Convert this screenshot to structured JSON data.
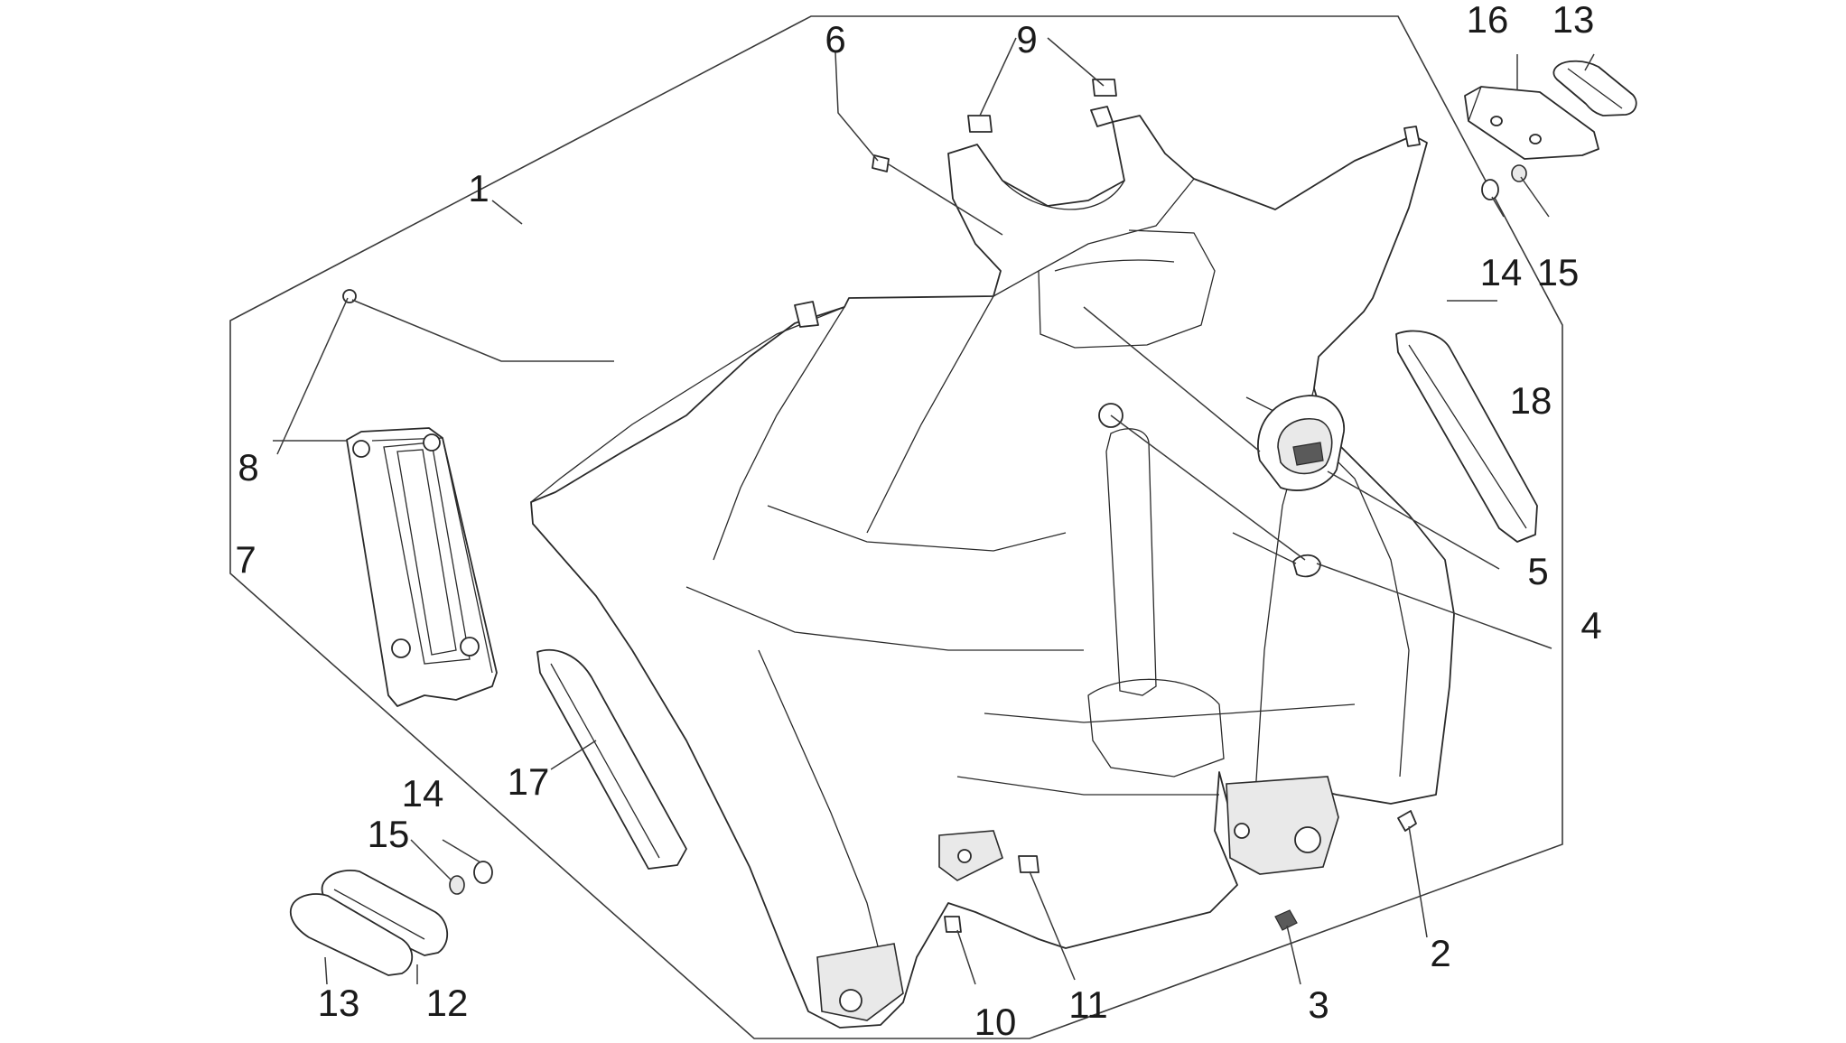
{
  "diagram": {
    "callouts": [
      {
        "id": "c1",
        "text": "1"
      },
      {
        "id": "c2",
        "text": "2"
      },
      {
        "id": "c3",
        "text": "3"
      },
      {
        "id": "c4",
        "text": "4"
      },
      {
        "id": "c5",
        "text": "5"
      },
      {
        "id": "c6",
        "text": "6"
      },
      {
        "id": "c7",
        "text": "7"
      },
      {
        "id": "c8",
        "text": "8"
      },
      {
        "id": "c9",
        "text": "9"
      },
      {
        "id": "c10",
        "text": "10"
      },
      {
        "id": "c11",
        "text": "11"
      },
      {
        "id": "c12",
        "text": "12"
      },
      {
        "id": "c13a",
        "text": "13"
      },
      {
        "id": "c13b",
        "text": "13"
      },
      {
        "id": "c14a",
        "text": "14"
      },
      {
        "id": "c14b",
        "text": "14"
      },
      {
        "id": "c15a",
        "text": "15"
      },
      {
        "id": "c15b",
        "text": "15"
      },
      {
        "id": "c16",
        "text": "16"
      },
      {
        "id": "c17",
        "text": "17"
      },
      {
        "id": "c18",
        "text": "18"
      }
    ]
  }
}
